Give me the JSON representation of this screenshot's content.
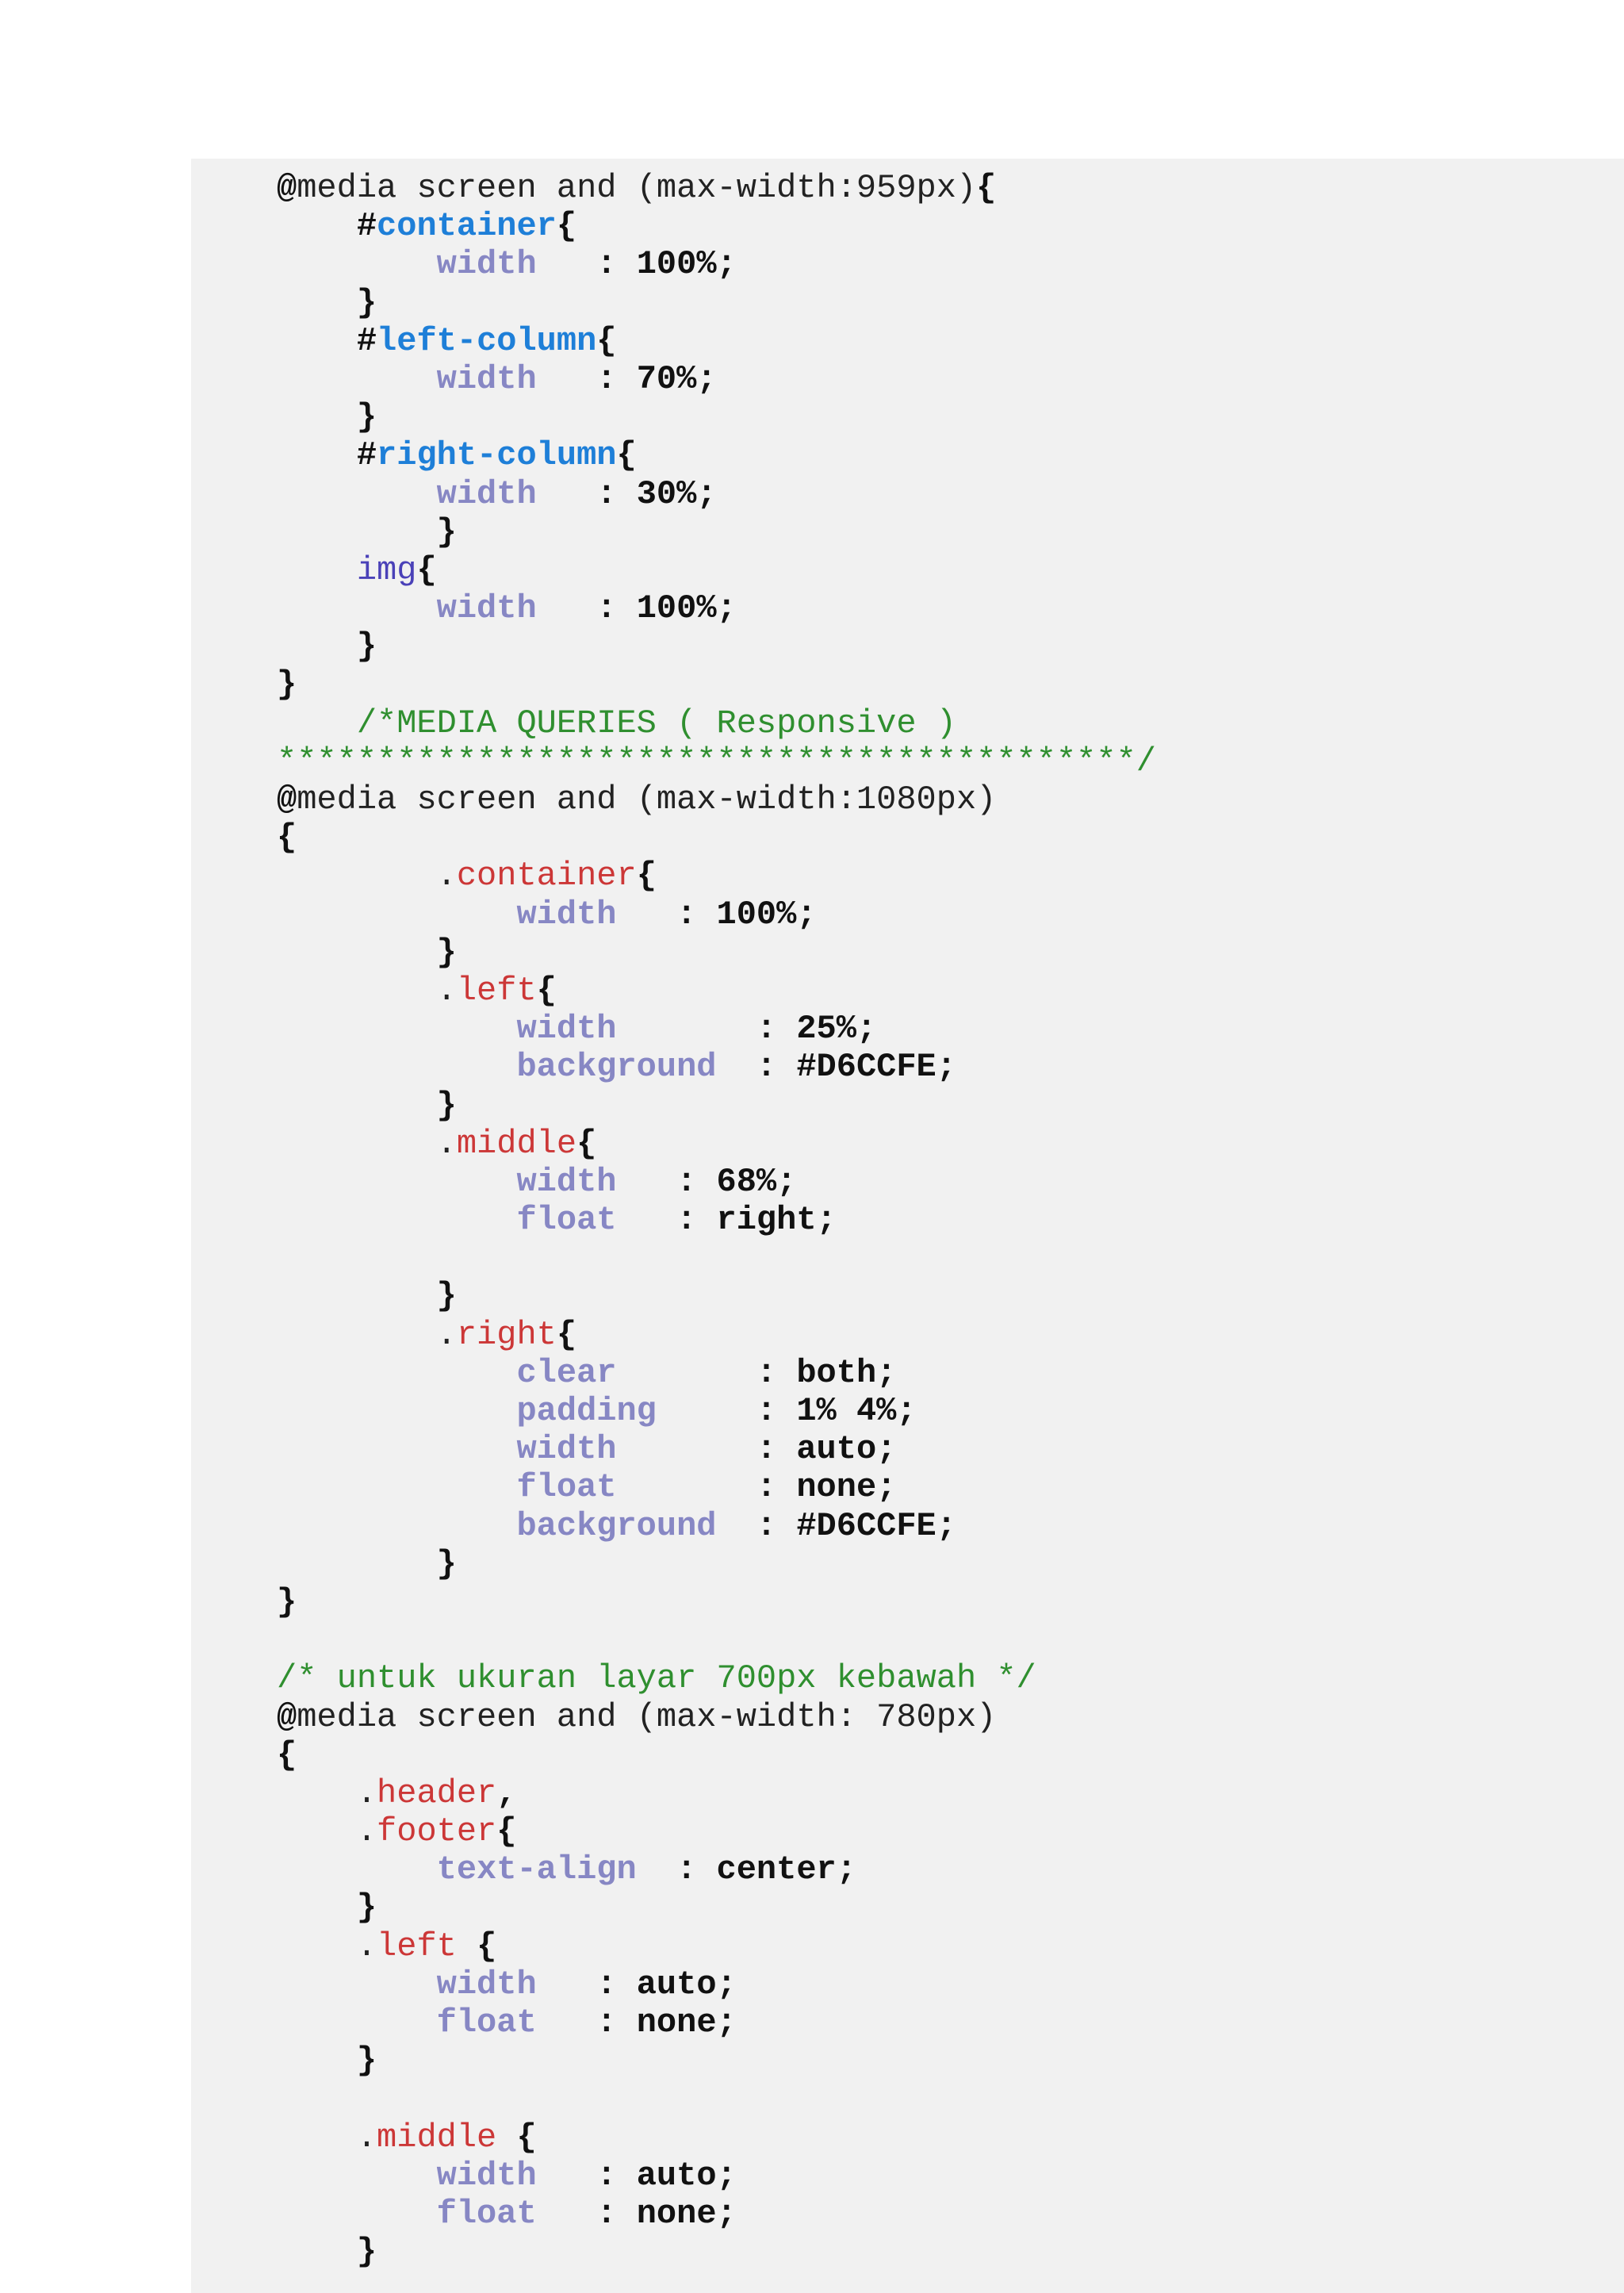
{
  "code_lines": [
    [
      {
        "t": "punct",
        "v": "@"
      },
      {
        "t": "plain",
        "v": "media screen and (max-width:959px)"
      },
      {
        "t": "punct",
        "v": "{"
      }
    ],
    [
      {
        "t": "plain",
        "v": "    "
      },
      {
        "t": "punct",
        "v": "#"
      },
      {
        "t": "id",
        "v": "container"
      },
      {
        "t": "punct",
        "v": "{"
      }
    ],
    [
      {
        "t": "plain",
        "v": "        "
      },
      {
        "t": "prop",
        "v": "width"
      },
      {
        "t": "plain",
        "v": "   "
      },
      {
        "t": "value",
        "v": ": 100%;"
      }
    ],
    [
      {
        "t": "plain",
        "v": "    "
      },
      {
        "t": "punct",
        "v": "}"
      }
    ],
    [
      {
        "t": "plain",
        "v": "    "
      },
      {
        "t": "punct",
        "v": "#"
      },
      {
        "t": "id",
        "v": "left-column"
      },
      {
        "t": "punct",
        "v": "{"
      }
    ],
    [
      {
        "t": "plain",
        "v": "        "
      },
      {
        "t": "prop",
        "v": "width"
      },
      {
        "t": "plain",
        "v": "   "
      },
      {
        "t": "value",
        "v": ": 70%;"
      }
    ],
    [
      {
        "t": "plain",
        "v": "    "
      },
      {
        "t": "punct",
        "v": "}"
      }
    ],
    [
      {
        "t": "plain",
        "v": "    "
      },
      {
        "t": "punct",
        "v": "#"
      },
      {
        "t": "id",
        "v": "right-column"
      },
      {
        "t": "punct",
        "v": "{"
      }
    ],
    [
      {
        "t": "plain",
        "v": "        "
      },
      {
        "t": "prop",
        "v": "width"
      },
      {
        "t": "plain",
        "v": "   "
      },
      {
        "t": "value",
        "v": ": 30%;"
      }
    ],
    [
      {
        "t": "plain",
        "v": "        "
      },
      {
        "t": "punct",
        "v": "}"
      }
    ],
    [
      {
        "t": "plain",
        "v": "    "
      },
      {
        "t": "tag",
        "v": "img"
      },
      {
        "t": "punct",
        "v": "{"
      }
    ],
    [
      {
        "t": "plain",
        "v": "        "
      },
      {
        "t": "prop",
        "v": "width"
      },
      {
        "t": "plain",
        "v": "   "
      },
      {
        "t": "value",
        "v": ": 100%;"
      }
    ],
    [
      {
        "t": "plain",
        "v": "    "
      },
      {
        "t": "punct",
        "v": "}"
      }
    ],
    [
      {
        "t": "punct",
        "v": "}"
      }
    ],
    [
      {
        "t": "comment",
        "v": "    /*MEDIA QUERIES ( Responsive )"
      }
    ],
    [
      {
        "t": "comment",
        "v": "*******************************************/"
      }
    ],
    [
      {
        "t": "punct",
        "v": "@"
      },
      {
        "t": "plain",
        "v": "media screen and (max-width:1080px)"
      }
    ],
    [
      {
        "t": "punct",
        "v": "{"
      }
    ],
    [
      {
        "t": "plain",
        "v": "        ."
      },
      {
        "t": "class",
        "v": "container"
      },
      {
        "t": "punct",
        "v": "{"
      }
    ],
    [
      {
        "t": "plain",
        "v": "            "
      },
      {
        "t": "prop",
        "v": "width"
      },
      {
        "t": "plain",
        "v": "   "
      },
      {
        "t": "value",
        "v": ": 100%;"
      }
    ],
    [
      {
        "t": "plain",
        "v": "        "
      },
      {
        "t": "punct",
        "v": "}"
      }
    ],
    [
      {
        "t": "plain",
        "v": "        ."
      },
      {
        "t": "class",
        "v": "left"
      },
      {
        "t": "punct",
        "v": "{"
      }
    ],
    [
      {
        "t": "plain",
        "v": "            "
      },
      {
        "t": "prop",
        "v": "width"
      },
      {
        "t": "plain",
        "v": "       "
      },
      {
        "t": "value",
        "v": ": 25%;"
      }
    ],
    [
      {
        "t": "plain",
        "v": "            "
      },
      {
        "t": "prop",
        "v": "background"
      },
      {
        "t": "plain",
        "v": "  "
      },
      {
        "t": "value",
        "v": ": #D6CCFE;"
      }
    ],
    [
      {
        "t": "plain",
        "v": "        "
      },
      {
        "t": "punct",
        "v": "}"
      }
    ],
    [
      {
        "t": "plain",
        "v": "        ."
      },
      {
        "t": "class",
        "v": "middle"
      },
      {
        "t": "punct",
        "v": "{"
      }
    ],
    [
      {
        "t": "plain",
        "v": "            "
      },
      {
        "t": "prop",
        "v": "width"
      },
      {
        "t": "plain",
        "v": "   "
      },
      {
        "t": "value",
        "v": ": 68%;"
      }
    ],
    [
      {
        "t": "plain",
        "v": "            "
      },
      {
        "t": "prop",
        "v": "float"
      },
      {
        "t": "plain",
        "v": "   "
      },
      {
        "t": "value",
        "v": ": right;"
      }
    ],
    [
      {
        "t": "plain",
        "v": ""
      }
    ],
    [
      {
        "t": "plain",
        "v": "        "
      },
      {
        "t": "punct",
        "v": "}"
      }
    ],
    [
      {
        "t": "plain",
        "v": "        ."
      },
      {
        "t": "class",
        "v": "right"
      },
      {
        "t": "punct",
        "v": "{"
      }
    ],
    [
      {
        "t": "plain",
        "v": "            "
      },
      {
        "t": "prop",
        "v": "clear"
      },
      {
        "t": "plain",
        "v": "       "
      },
      {
        "t": "value",
        "v": ": both;"
      }
    ],
    [
      {
        "t": "plain",
        "v": "            "
      },
      {
        "t": "prop",
        "v": "padding"
      },
      {
        "t": "plain",
        "v": "     "
      },
      {
        "t": "value",
        "v": ": 1% 4%;"
      }
    ],
    [
      {
        "t": "plain",
        "v": "            "
      },
      {
        "t": "prop",
        "v": "width"
      },
      {
        "t": "plain",
        "v": "       "
      },
      {
        "t": "value",
        "v": ": auto;"
      }
    ],
    [
      {
        "t": "plain",
        "v": "            "
      },
      {
        "t": "prop",
        "v": "float"
      },
      {
        "t": "plain",
        "v": "       "
      },
      {
        "t": "value",
        "v": ": none;"
      }
    ],
    [
      {
        "t": "plain",
        "v": "            "
      },
      {
        "t": "prop",
        "v": "background"
      },
      {
        "t": "plain",
        "v": "  "
      },
      {
        "t": "value",
        "v": ": #D6CCFE;"
      }
    ],
    [
      {
        "t": "plain",
        "v": "        "
      },
      {
        "t": "punct",
        "v": "}"
      }
    ],
    [
      {
        "t": "punct",
        "v": "}"
      }
    ],
    [
      {
        "t": "plain",
        "v": ""
      }
    ],
    [
      {
        "t": "comment",
        "v": "/* untuk ukuran layar 700px kebawah */"
      }
    ],
    [
      {
        "t": "punct",
        "v": "@"
      },
      {
        "t": "plain",
        "v": "media screen and (max-width: 780px)"
      }
    ],
    [
      {
        "t": "punct",
        "v": "{"
      }
    ],
    [
      {
        "t": "plain",
        "v": "    ."
      },
      {
        "t": "class",
        "v": "header"
      },
      {
        "t": "punct",
        "v": ","
      }
    ],
    [
      {
        "t": "plain",
        "v": "    ."
      },
      {
        "t": "class",
        "v": "footer"
      },
      {
        "t": "punct",
        "v": "{"
      }
    ],
    [
      {
        "t": "plain",
        "v": "        "
      },
      {
        "t": "prop",
        "v": "text-align"
      },
      {
        "t": "plain",
        "v": "  "
      },
      {
        "t": "value",
        "v": ": center;"
      }
    ],
    [
      {
        "t": "plain",
        "v": "    "
      },
      {
        "t": "punct",
        "v": "}"
      }
    ],
    [
      {
        "t": "plain",
        "v": "    ."
      },
      {
        "t": "class",
        "v": "left"
      },
      {
        "t": "plain",
        "v": " "
      },
      {
        "t": "punct",
        "v": "{"
      }
    ],
    [
      {
        "t": "plain",
        "v": "        "
      },
      {
        "t": "prop",
        "v": "width"
      },
      {
        "t": "plain",
        "v": "   "
      },
      {
        "t": "value",
        "v": ": auto;"
      }
    ],
    [
      {
        "t": "plain",
        "v": "        "
      },
      {
        "t": "prop",
        "v": "float"
      },
      {
        "t": "plain",
        "v": "   "
      },
      {
        "t": "value",
        "v": ": none;"
      }
    ],
    [
      {
        "t": "plain",
        "v": "    "
      },
      {
        "t": "punct",
        "v": "}"
      }
    ],
    [
      {
        "t": "plain",
        "v": ""
      }
    ],
    [
      {
        "t": "plain",
        "v": "    ."
      },
      {
        "t": "class",
        "v": "middle"
      },
      {
        "t": "plain",
        "v": " "
      },
      {
        "t": "punct",
        "v": "{"
      }
    ],
    [
      {
        "t": "plain",
        "v": "        "
      },
      {
        "t": "prop",
        "v": "width"
      },
      {
        "t": "plain",
        "v": "   "
      },
      {
        "t": "value",
        "v": ": auto;"
      }
    ],
    [
      {
        "t": "plain",
        "v": "        "
      },
      {
        "t": "prop",
        "v": "float"
      },
      {
        "t": "plain",
        "v": "   "
      },
      {
        "t": "value",
        "v": ": none;"
      }
    ],
    [
      {
        "t": "plain",
        "v": "    "
      },
      {
        "t": "punct",
        "v": "}"
      }
    ]
  ],
  "colors": {
    "page_background": "#ffffff",
    "code_background": "#f1f1f1",
    "id_selector": "#1e7fd8",
    "class_selector": "#cc3737",
    "tag_selector": "#4a41b8",
    "property": "#8787c4",
    "value": "#111111",
    "comment": "#2f8f2f"
  }
}
